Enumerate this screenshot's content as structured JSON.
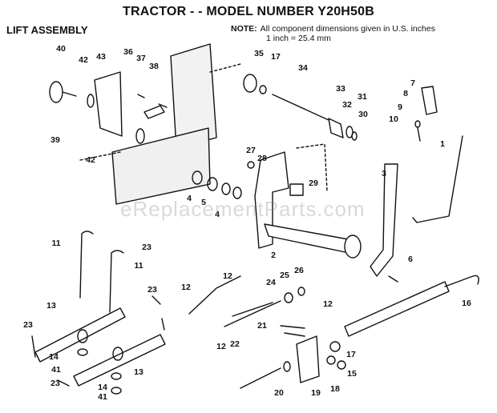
{
  "title": "TRACTOR - - MODEL NUMBER Y20H50B",
  "subtitle": "LIFT ASSEMBLY",
  "note": {
    "label": "NOTE:",
    "line1": "All component dimensions given in U.S. inches",
    "line2": "1 inch = 25.4 mm"
  },
  "watermark": "eReplacementParts.com",
  "callouts": [
    "40",
    "42",
    "43",
    "36",
    "37",
    "38",
    "35",
    "17",
    "34",
    "39",
    "42",
    "33",
    "32",
    "31",
    "30",
    "7",
    "8",
    "9",
    "10",
    "1",
    "27",
    "28",
    "3",
    "4",
    "5",
    "4",
    "29",
    "2",
    "6",
    "11",
    "23",
    "11",
    "13",
    "23",
    "23",
    "14",
    "41",
    "13",
    "23",
    "14",
    "41",
    "12",
    "12",
    "25",
    "26",
    "24",
    "12",
    "16",
    "21",
    "22",
    "12",
    "17",
    "15",
    "20",
    "19",
    "18"
  ]
}
